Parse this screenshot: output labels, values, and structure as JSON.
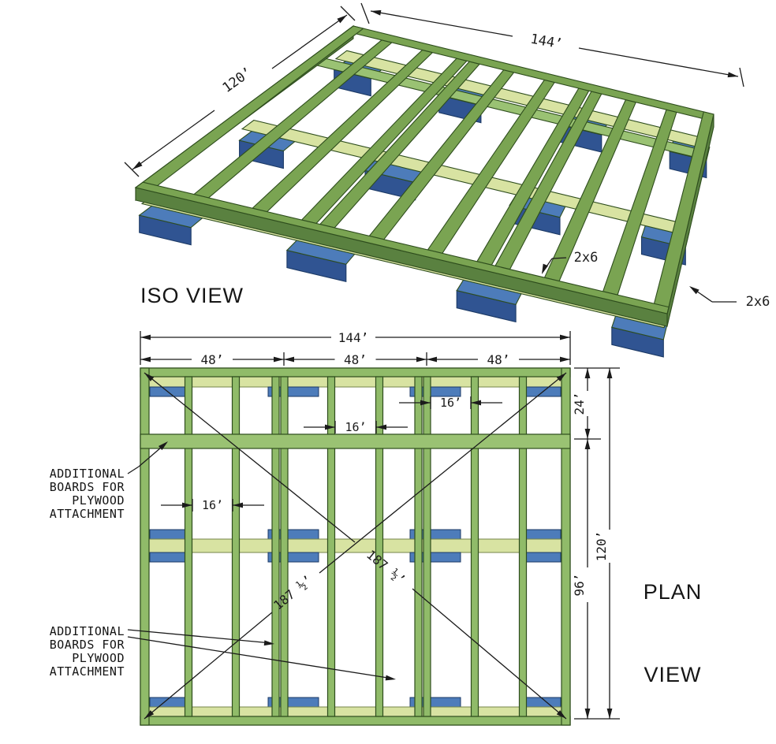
{
  "colors": {
    "board_green": "#7aa452",
    "board_green_light": "#90bb69",
    "band_green": "#9ac273",
    "board_outline": "#2e4d1d",
    "side_green": "#5a8140",
    "runner_pale": "#d8e3a2",
    "runner_outline": "#75854a",
    "block_blue": "#4d7cba",
    "block_blue_dark": "#305492",
    "block_outline": "#1c3a66",
    "line": "#1b1b1b"
  },
  "iso": {
    "title": "ISO VIEW",
    "dim_width": "144’",
    "dim_depth": "120’",
    "callout_joist": "2x6",
    "callout_rim": "2x6"
  },
  "plan": {
    "title_lines": [
      "PLAN",
      "VIEW"
    ],
    "dim_total_width": "144’",
    "dim_bays": [
      "48’",
      "48’",
      "48’"
    ],
    "dim_top_offset": "24’",
    "dim_lower_span": "96’",
    "dim_total_height": "120’",
    "dim_spacing": [
      "16’",
      "16’",
      "16’"
    ],
    "dim_diagonals": [
      "187 ½’",
      "187 ½’"
    ],
    "notes": [
      {
        "lines": [
          "ADDITIONAL",
          "BOARDS FOR",
          "PLYWOOD",
          "ATTACHMENT"
        ]
      },
      {
        "lines": [
          "ADDITIONAL",
          "BOARDS FOR",
          "PLYWOOD",
          "ATTACHMENT"
        ]
      }
    ]
  },
  "structure": {
    "type": "framing-diagram",
    "member_size": "2x6",
    "joist_spacing_in": 16,
    "frame_width_in": 144,
    "frame_depth_in": 120,
    "top_blocking_offset_in": 24,
    "lower_span_in": 96,
    "bay_width_in": 48,
    "diagonal_length": "187 ½"
  }
}
